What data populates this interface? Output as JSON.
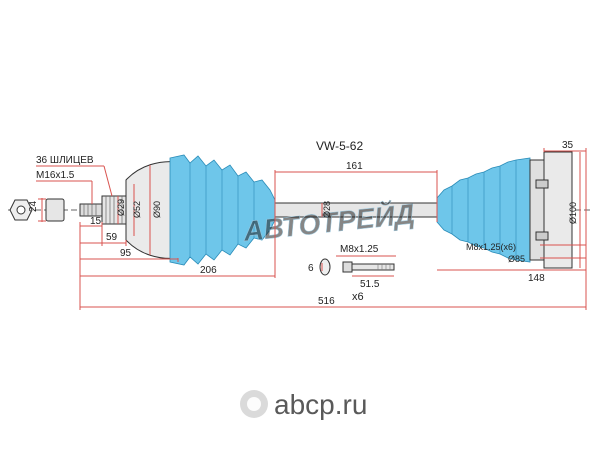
{
  "drawing": {
    "part_code": "VW-5-62",
    "spline_label": "36 ШЛИЦЕВ",
    "thread_label": "M16x1.5",
    "bolt_label": "M8x1.25",
    "bolt_pattern_label": "M8x1.25(x6)",
    "bolt_qty_label": "x6",
    "dims": {
      "d15": "15",
      "d24": "24",
      "d59": "59",
      "d95": "95",
      "d206": "206",
      "d516": "516",
      "d161": "161",
      "d35": "35",
      "d148": "148",
      "d6": "6",
      "d51_5": "51.5",
      "dia29": "Ø29",
      "dia52": "Ø52",
      "dia90": "Ø90",
      "dia28": "Ø28",
      "dia100": "Ø100",
      "dia85": "Ø85"
    }
  },
  "watermarks": {
    "center": "АВТОТРЕЙД",
    "logo": "abcp.ru"
  },
  "colors": {
    "boot": "#6ec6ea",
    "metal": "#e6e6e6",
    "dim_line": "#d9534f",
    "outline": "#333333"
  }
}
